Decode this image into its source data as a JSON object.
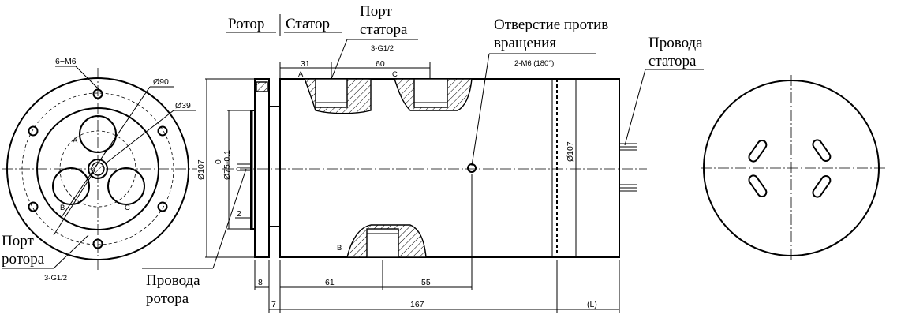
{
  "labels": {
    "rotor": "Ротор",
    "stator": "Статор",
    "stator_port_l1": "Порт",
    "stator_port_l2": "статора",
    "stator_port_spec": "3-G1/2",
    "rotation_hole_l1": "Отверстие против",
    "rotation_hole_l2": "вращения",
    "rotation_hole_spec": "2-M6 (180°)",
    "stator_wires_l1": "Провода",
    "stator_wires_l2": "статора",
    "rotor_port_l1": "Порт",
    "rotor_port_l2": "ротора",
    "rotor_port_spec": "3-G1/2",
    "rotor_wires_l1": "Провода",
    "rotor_wires_l2": "ротора"
  },
  "dimensions": {
    "bolt_holes": "6−M6",
    "d90": "Ø90",
    "d39": "Ø39",
    "d107_left": "Ø107",
    "zero": "0",
    "d75": "Ø75-0.1",
    "d107_right": "Ø107",
    "dim_31": "31",
    "dim_60": "60",
    "dim_2": "2",
    "dim_8": "8",
    "dim_61": "61",
    "dim_55": "55",
    "dim_7": "7",
    "dim_167": "167",
    "dim_L": "(L)"
  },
  "port_letters": {
    "a_front": "A",
    "b_front": "B",
    "c_front": "C",
    "a_side": "A",
    "c_side": "C",
    "b_side": "B"
  }
}
